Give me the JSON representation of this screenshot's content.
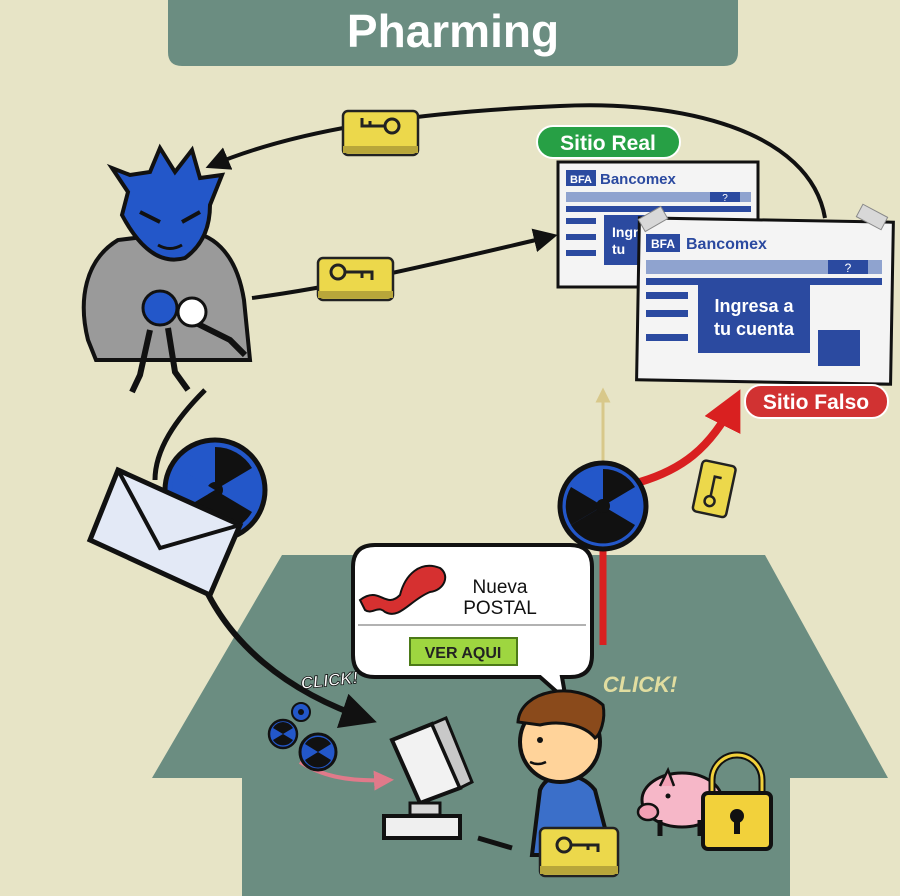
{
  "title": "Pharming",
  "labels": {
    "real_site": "Sitio Real",
    "fake_site": "Sitio Falso",
    "click_left": "CLICK!",
    "click_right": "CLICK!"
  },
  "real_site_window": {
    "brand_badge": "BFA",
    "bank_name": "Bancomex",
    "help": "?",
    "login_line1": "Ingre",
    "login_line2": "tu"
  },
  "fake_site_window": {
    "brand_badge": "BFA",
    "bank_name": "Bancomex",
    "help": "?",
    "login_line1": "Ingresa a",
    "login_line2": "tu cuenta"
  },
  "email_popup": {
    "line1": "Nueva",
    "line2": "POSTAL",
    "button": "VER AQUI"
  },
  "colors": {
    "background": "#e7e4c6",
    "header": "#6b8d81",
    "floor": "#6b8d81",
    "real_label": "#27a045",
    "fake_label": "#d13232",
    "site_blue": "#2b4aa0",
    "key_card": "#ecd84b",
    "virus_blue": "#2357c9",
    "red_arrow": "#d92020",
    "button_green": "#9ed640"
  },
  "icons": [
    "hacker-icon",
    "key-card-icon",
    "envelope-icon",
    "virus-icon",
    "computer-icon",
    "user-icon",
    "piggy-bank-icon",
    "padlock-icon"
  ]
}
